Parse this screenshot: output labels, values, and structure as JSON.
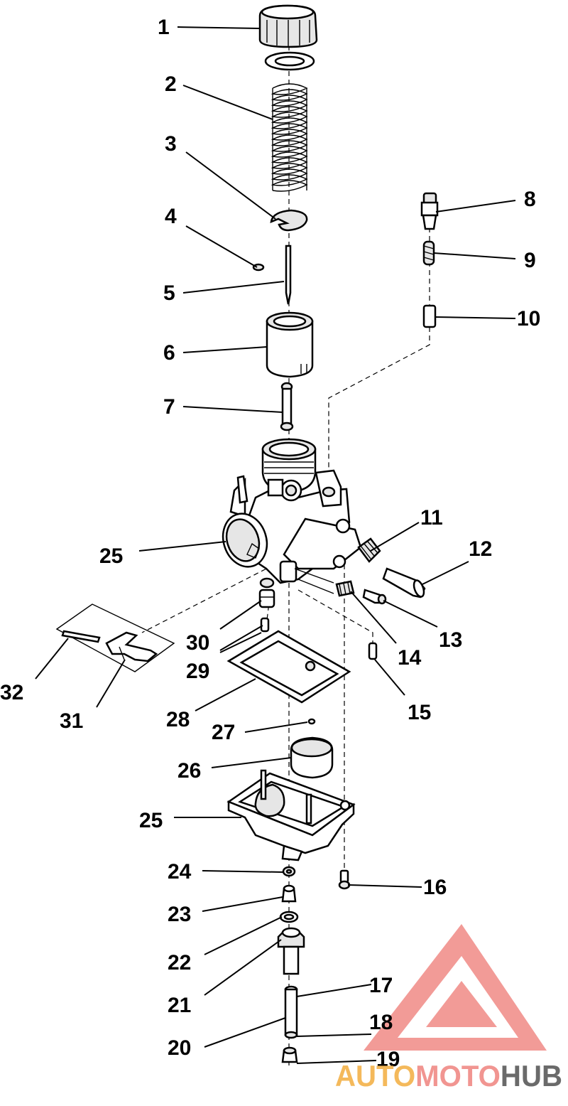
{
  "callouts": [
    "1",
    "2",
    "3",
    "4",
    "5",
    "6",
    "7",
    "8",
    "9",
    "10",
    "11",
    "12",
    "13",
    "14",
    "15",
    "16",
    "17",
    "18",
    "19",
    "20",
    "21",
    "22",
    "23",
    "24",
    "25",
    "25",
    "26",
    "27",
    "28",
    "29",
    "30",
    "31",
    "32"
  ],
  "watermark": {
    "text_a": "AUTO",
    "text_b": "MOTO",
    "text_c": "HUB",
    "color_a": "#f3b24a",
    "color_b": "#f08a86",
    "color_c": "#5a5a5a",
    "logo_color": "#f08a86"
  }
}
